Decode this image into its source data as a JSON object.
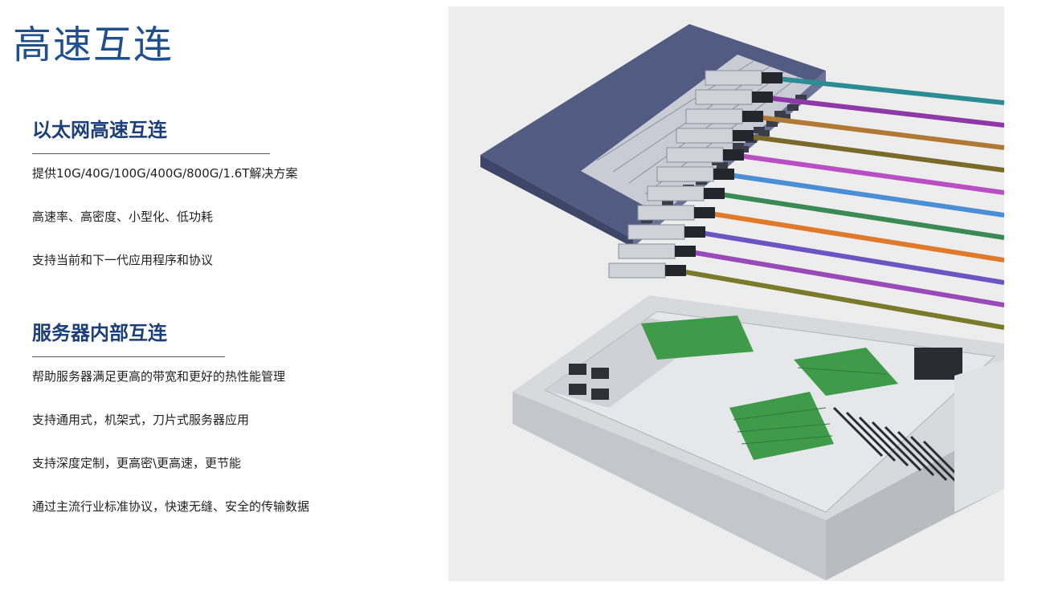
{
  "title": "高速互连",
  "sections": [
    {
      "heading": "以太网高速互连",
      "bullets": [
        "提供10G/40G/100G/400G/800G/1.6T解决方案",
        "高速率、高密度、小型化、低功耗",
        "支持当前和下一代应用程序和协议"
      ]
    },
    {
      "heading": "服务器内部互连",
      "bullets": [
        "帮助服务器满足更高的带宽和更好的热性能管理",
        "支持通用式，机架式，刀片式服务器应用",
        "支持深度定制，更高密\\更高速，更节能",
        "通过主流行业标准协议，快速无缝、安全的传输数据"
      ]
    }
  ],
  "colors": {
    "title": "#1f4f8f",
    "heading": "#1c3f7a",
    "switch_body": "#525c82",
    "pcb_green": "#3f9a4a"
  },
  "cable_colors": [
    "#2b8c93",
    "#8e3aa6",
    "#b07a36",
    "#7a6a2a",
    "#b84fc2",
    "#4a8fd6",
    "#3a8a55",
    "#e07a2a",
    "#6a55c2",
    "#9a4ab8",
    "#7a7a2a"
  ],
  "icons": [
    "switch-chassis-image",
    "dac-cable-assembly-image",
    "server-chassis-image"
  ]
}
